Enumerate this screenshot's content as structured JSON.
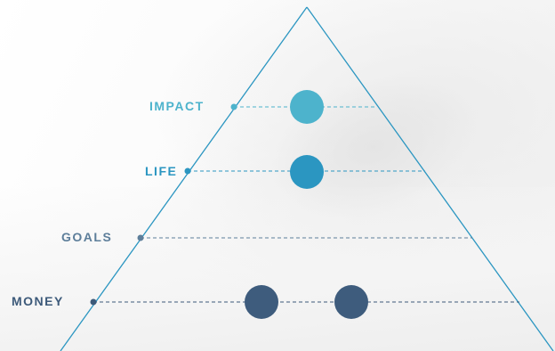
{
  "colors": {
    "impact": "#4db3cc",
    "life": "#2b96c1",
    "goals": "#5d7e9a",
    "money": "#3d5a7a",
    "pyramid_line": "#2b96c1",
    "money_circle": "#3e5c7d"
  },
  "levels": [
    {
      "label": "IMPACT",
      "circles": 1
    },
    {
      "label": "LIFE",
      "circles": 1
    },
    {
      "label": "GOALS",
      "circles": 0
    },
    {
      "label": "MONEY",
      "circles": 2
    }
  ]
}
